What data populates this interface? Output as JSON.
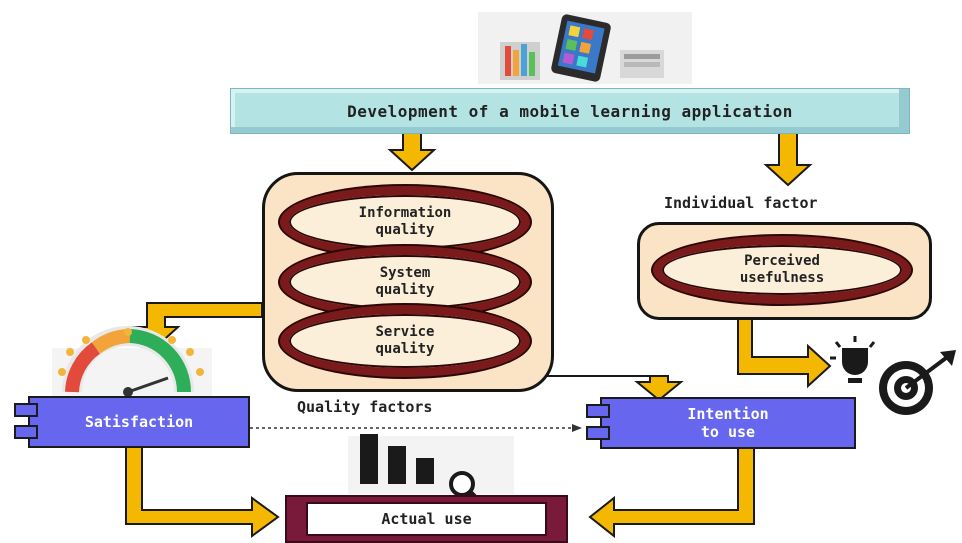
{
  "title": "Development of a mobile learning application",
  "quality_factors": {
    "label": "Quality factors",
    "items": [
      {
        "label": "Information\nquality"
      },
      {
        "label": "System\nquality"
      },
      {
        "label": "Service\nquality"
      }
    ]
  },
  "individual_factor": {
    "label": "Individual factor",
    "item": "Perceived\nusefulness"
  },
  "satisfaction": "Satisfaction",
  "intention": "Intention\nto use",
  "actual_use": "Actual use",
  "colors": {
    "arrow_fill": "#f5b800",
    "arrow_stroke": "#1a1a1a",
    "banner": "#b3e3e3",
    "box_fill": "#fbe4c6",
    "ring": "#7a1a1a",
    "component": "#6666ee",
    "actual_use_frame": "#7a1a3a"
  }
}
